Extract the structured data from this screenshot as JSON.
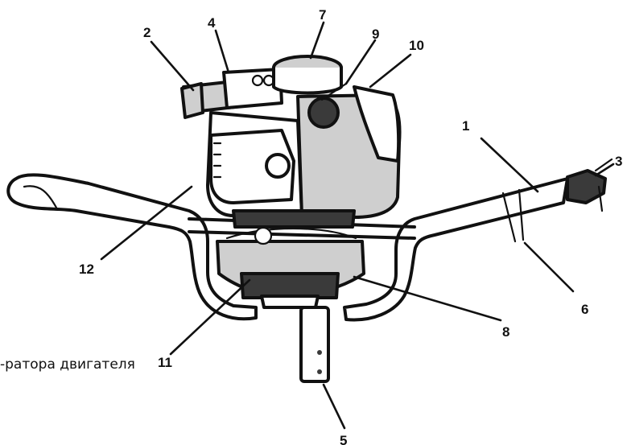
{
  "diagram": {
    "caption": "-ратора двигателя",
    "callouts": [
      {
        "id": "label-1",
        "text": "1"
      },
      {
        "id": "label-2",
        "text": "2"
      },
      {
        "id": "label-3",
        "text": "3"
      },
      {
        "id": "label-4",
        "text": "4"
      },
      {
        "id": "label-5",
        "text": "5"
      },
      {
        "id": "label-6",
        "text": "6"
      },
      {
        "id": "label-7",
        "text": "7"
      },
      {
        "id": "label-8",
        "text": "8"
      },
      {
        "id": "label-9",
        "text": "9"
      },
      {
        "id": "label-10",
        "text": "10"
      },
      {
        "id": "label-11",
        "text": "11"
      },
      {
        "id": "label-12",
        "text": "12"
      }
    ]
  }
}
